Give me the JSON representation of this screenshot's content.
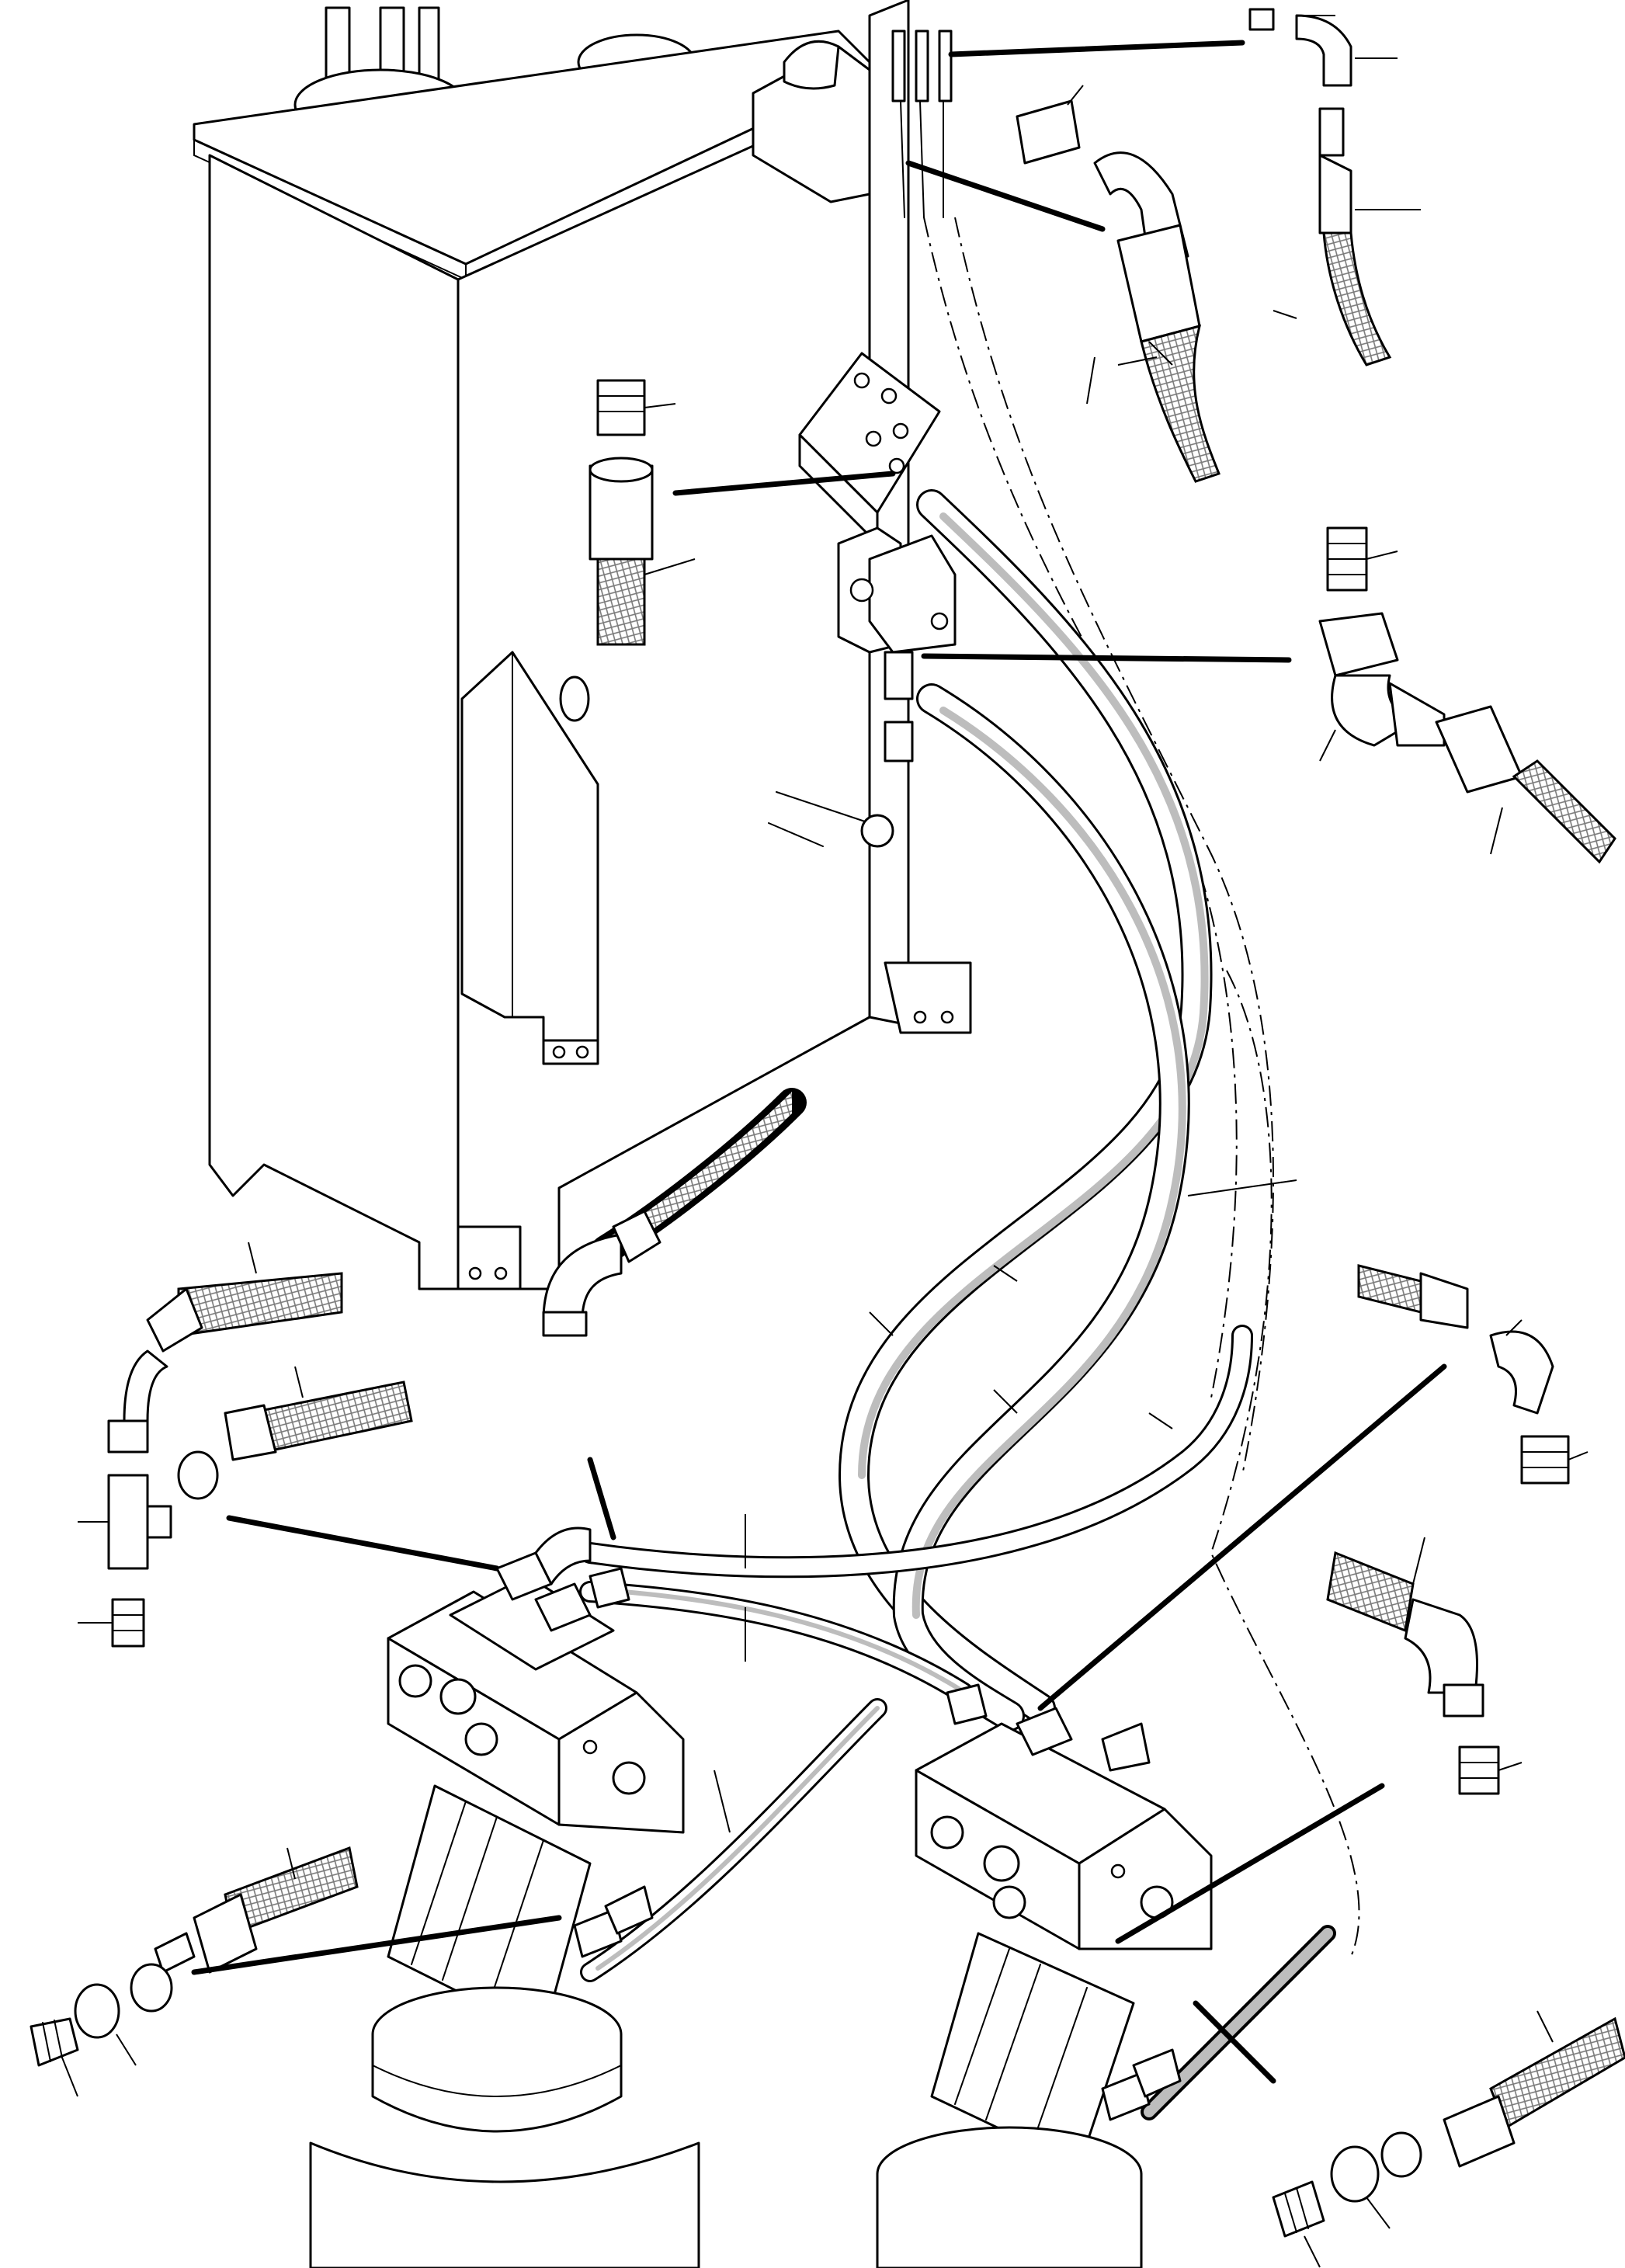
{
  "diagram": {
    "kind": "exploded hydraulic hose routing illustration",
    "text_labels": [],
    "colors": {
      "line": "#000000",
      "background": "#ffffff",
      "hose_shading": "#bdbdbd",
      "braid_hatch": "#7a7a7a"
    },
    "major_parts": [
      "tank-body",
      "upper-valve-block",
      "solenoid-valve",
      "main-hose-bundle",
      "left-hydraulic-motor",
      "right-hydraulic-motor",
      "fitting-callout-top-right",
      "fitting-callout-elbow-right",
      "fitting-callout-left-tee",
      "fitting-callout-bottom-left",
      "fitting-callout-bottom-right"
    ]
  }
}
